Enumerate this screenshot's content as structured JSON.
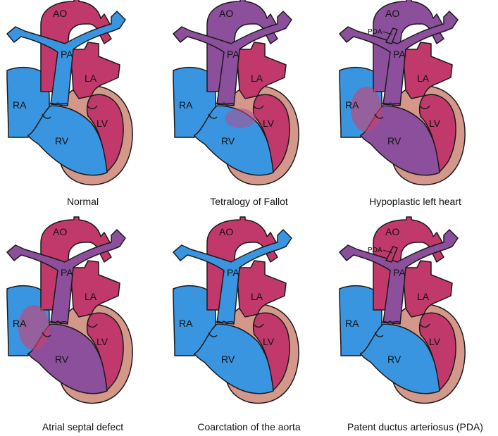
{
  "colors": {
    "oxygenated": "#c0396a",
    "deoxygenated": "#3a95e0",
    "mixed": "#8c4f9c",
    "myocardium": "#d4988a",
    "outline": "#1a1a1a"
  },
  "chamber_labels": {
    "aorta": "AO",
    "pulmonary_artery": "PA",
    "left_atrium": "LA",
    "right_atrium": "RA",
    "left_ventricle": "LV",
    "right_ventricle": "RV",
    "ductus": "PDA"
  },
  "panels": [
    {
      "id": "normal",
      "caption": "Normal",
      "colors": {
        "ao": "oxygenated",
        "pa": "deoxygenated",
        "la": "oxygenated",
        "ra": "deoxygenated",
        "lv": "oxygenated",
        "rv": "deoxygenated"
      },
      "pda": false,
      "asd": false,
      "vsd": false
    },
    {
      "id": "tetralogy",
      "caption": "Tetralogy of Fallot",
      "colors": {
        "ao": "mixed",
        "pa": "mixed",
        "la": "oxygenated",
        "ra": "deoxygenated",
        "lv": "oxygenated",
        "rv": "deoxygenated"
      },
      "pda": false,
      "asd": false,
      "vsd": true
    },
    {
      "id": "hypoplastic",
      "caption": "Hypoplastic left heart",
      "colors": {
        "ao": "mixed",
        "pa": "mixed",
        "la": "oxygenated",
        "ra": "deoxygenated",
        "lv": "oxygenated",
        "rv": "mixed"
      },
      "pda": true,
      "asd": true,
      "vsd": false
    },
    {
      "id": "asd",
      "caption": "Atrial septal defect",
      "colors": {
        "ao": "oxygenated",
        "pa": "mixed",
        "la": "oxygenated",
        "ra": "deoxygenated",
        "lv": "oxygenated",
        "rv": "mixed"
      },
      "pda": false,
      "asd": true,
      "vsd": false
    },
    {
      "id": "coarctation",
      "caption": "Coarctation of the aorta",
      "colors": {
        "ao": "oxygenated",
        "pa": "deoxygenated",
        "la": "oxygenated",
        "ra": "deoxygenated",
        "lv": "oxygenated",
        "rv": "deoxygenated"
      },
      "pda": false,
      "asd": false,
      "vsd": false
    },
    {
      "id": "pda",
      "caption": "Patent ductus arteriosus (PDA)",
      "colors": {
        "ao": "oxygenated",
        "pa": "mixed",
        "la": "oxygenated",
        "ra": "deoxygenated",
        "lv": "oxygenated",
        "rv": "deoxygenated"
      },
      "pda": true,
      "asd": false,
      "vsd": false
    }
  ]
}
